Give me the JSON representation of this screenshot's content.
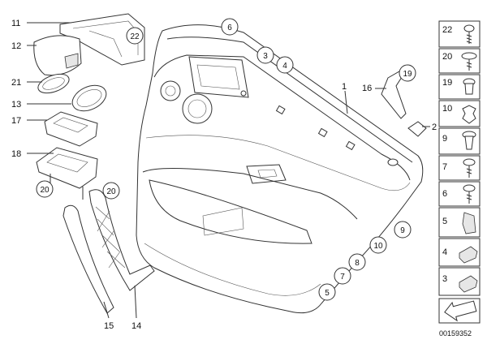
{
  "callouts": [
    "11",
    "12",
    "22",
    "21",
    "13",
    "17",
    "18",
    "20",
    "20",
    "15",
    "14",
    "6",
    "3",
    "4",
    "1",
    "16",
    "19",
    "2",
    "9",
    "10",
    "8",
    "7",
    "5"
  ],
  "legend": [
    "22",
    "20",
    "19",
    "10",
    "9",
    "7",
    "6",
    "5",
    "4",
    "3"
  ],
  "catalog_number": "00159352"
}
